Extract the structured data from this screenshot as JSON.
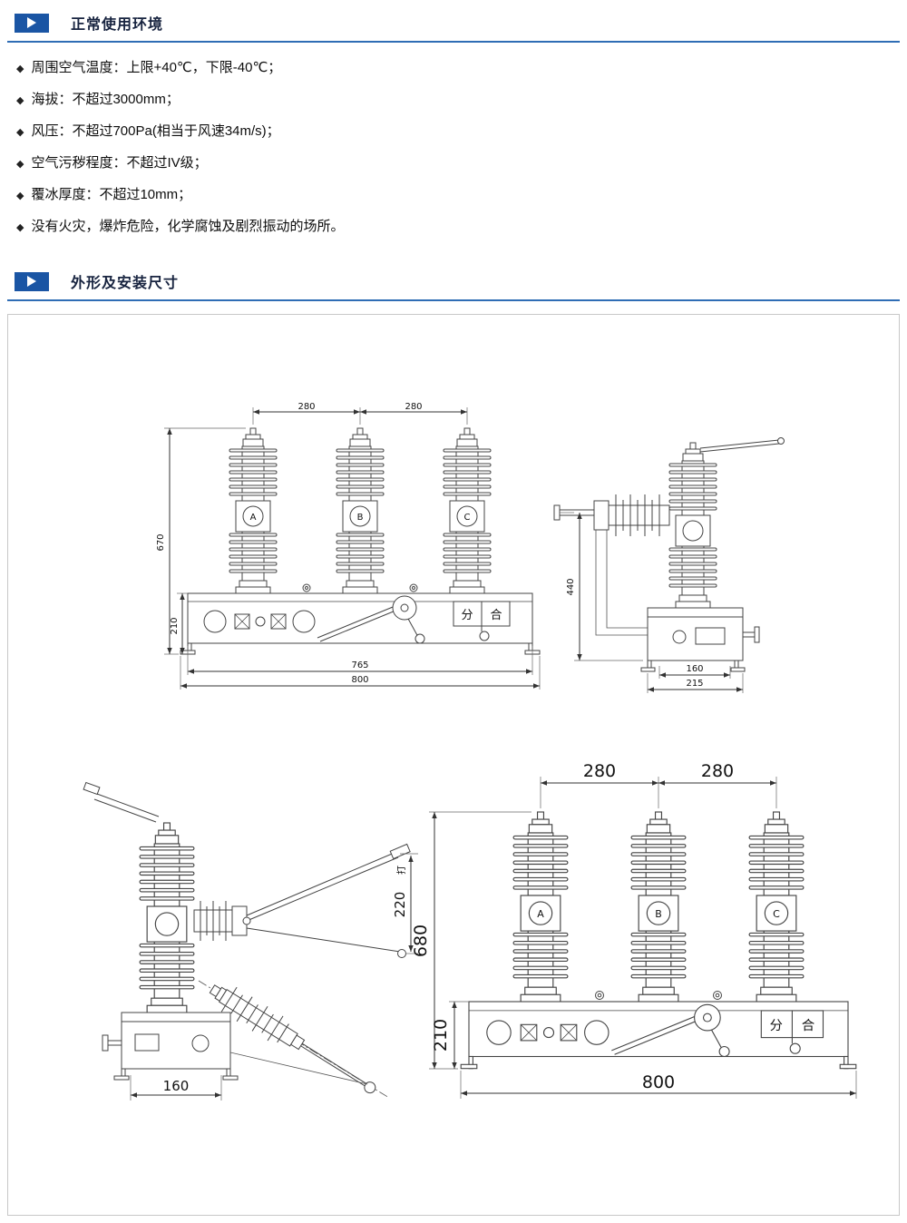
{
  "theme": {
    "accent_blue": "#1a55a4",
    "divider_blue": "#2f6db5",
    "text_dark": "#17233f"
  },
  "section1": {
    "title": "正常使用环境",
    "bullet": "◆",
    "items": [
      "周围空气温度：上限+40℃，下限-40℃；",
      "海拔：不超过3000mm；",
      "风压：不超过700Pa(相当于风速34m/s)；",
      "空气污秽程度：不超过IV级；",
      "覆冰厚度：不超过10mm；",
      "没有火灾，爆炸危险，化学腐蚀及剧烈振动的场所。"
    ]
  },
  "section2": {
    "title": "外形及安装尺寸"
  },
  "drawings": {
    "indicator": {
      "open": "分",
      "close": "合"
    },
    "front_top": {
      "dim_top_left": "280",
      "dim_top_right": "280",
      "dim_height": "670",
      "dim_frame_height": "210",
      "dim_inner_width": "765",
      "dim_width": "800",
      "pole_a": "A",
      "pole_b": "B",
      "pole_c": "C"
    },
    "side_top": {
      "dim_height": "440",
      "dim_inner_width": "160",
      "dim_width": "215"
    },
    "side_bottom": {
      "dim_stroke_prefix": "打",
      "dim_stroke": "220",
      "dim_width": "160"
    },
    "front_bottom": {
      "dim_top_left": "280",
      "dim_top_right": "280",
      "dim_height": "680",
      "dim_frame_height": "210",
      "dim_width": "800",
      "pole_a": "A",
      "pole_b": "B",
      "pole_c": "C"
    }
  }
}
